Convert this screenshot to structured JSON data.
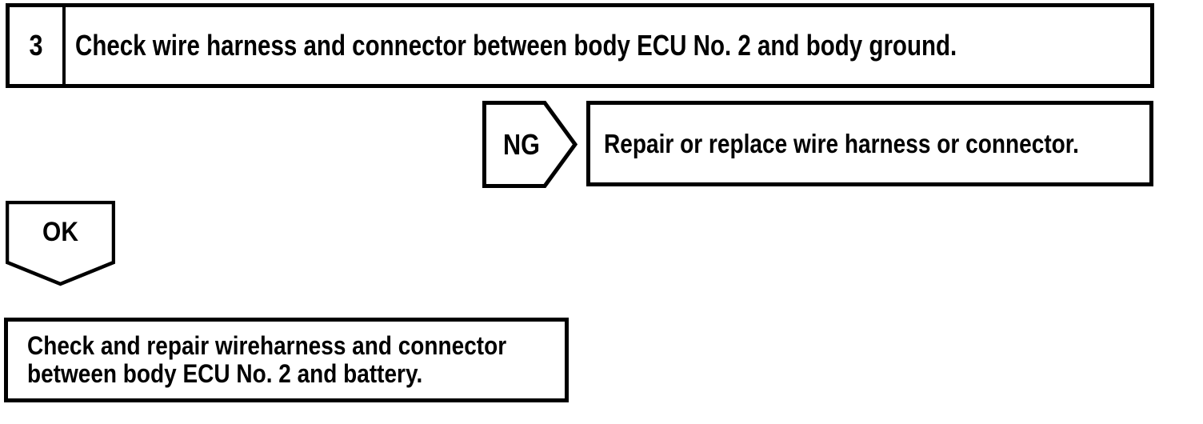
{
  "page": {
    "background": "#ffffff",
    "ink": "#000000"
  },
  "flowchart": {
    "step": {
      "number": "3",
      "instruction": "Check wire harness and connector between body ECU No. 2 and body ground."
    },
    "ng_branch": {
      "label": "NG",
      "action": "Repair or replace wire harness or connector."
    },
    "ok_branch": {
      "label": "OK"
    },
    "result": {
      "line1": "Check and repair wireharness and connector",
      "line2": "between body ECU No. 2 and battery."
    }
  }
}
